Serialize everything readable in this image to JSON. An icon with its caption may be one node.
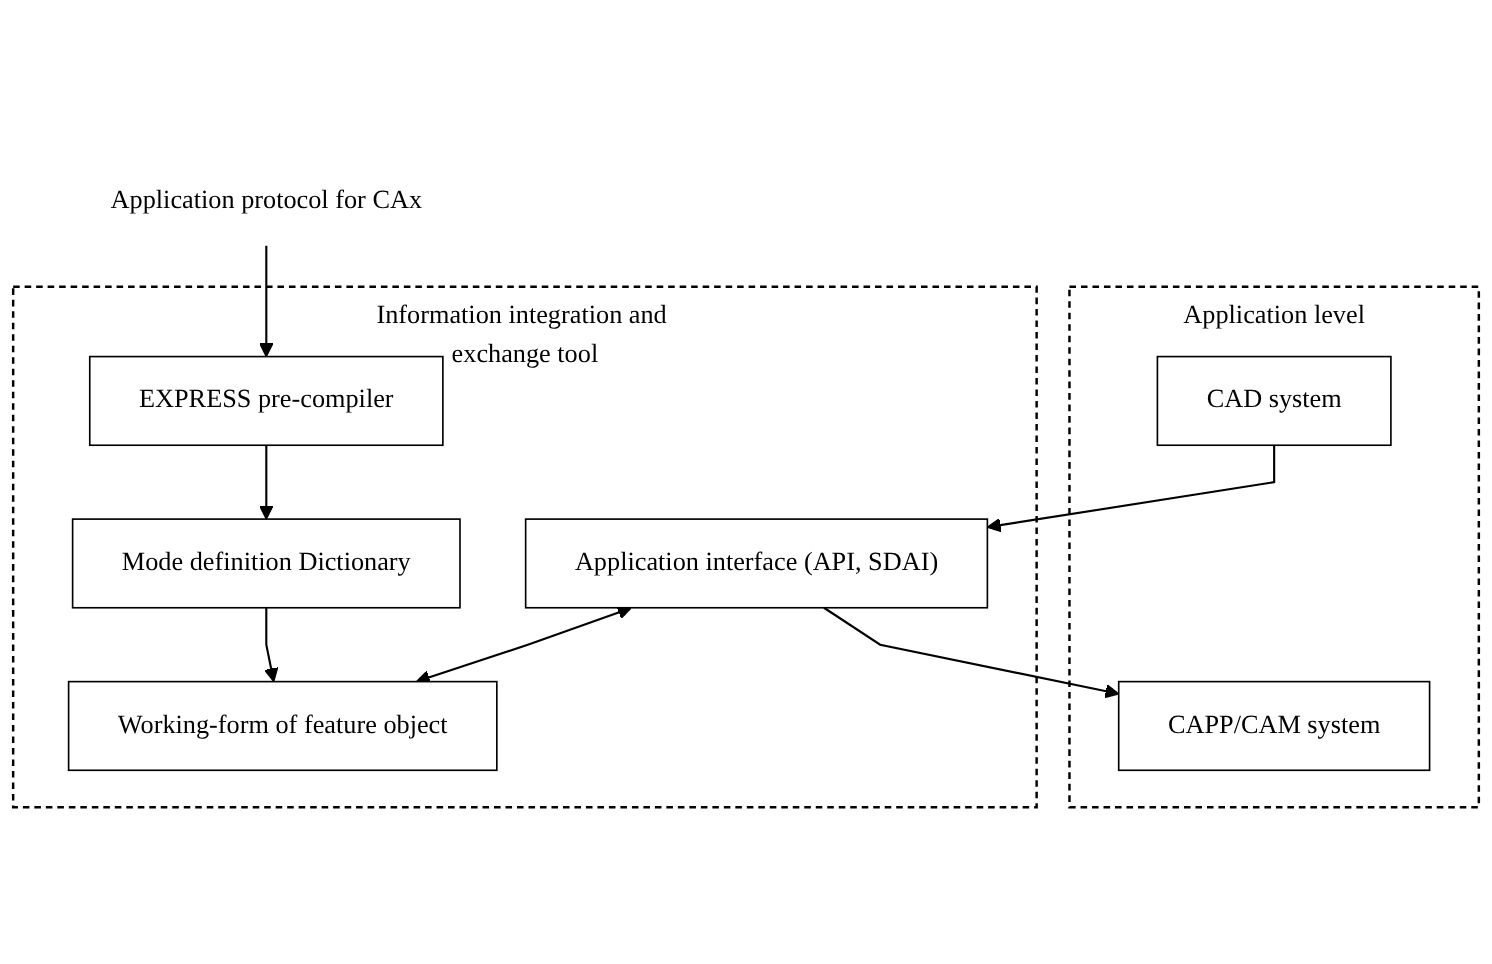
{
  "diagram": {
    "nodes": [
      {
        "text": [
          "Application level"
        ]
      },
      {
        "text": [
          "CAD system"
        ],
        "in": 0
      },
      {
        "text": [
          "CAPP/CAM system"
        ],
        "in": 0
      },
      {
        "text": [
          "Information integration and exchange tool"
        ]
      },
      {
        "text": [
          "Application protocol for CAx"
        ]
      },
      {
        "text": [
          "EXPRESS pre-compiler"
        ],
        "in": 3
      },
      {
        "text": [
          "Application interface (API, SDAI)"
        ],
        "in": 3
      },
      {
        "text": [
          "Mode definition Dictionary"
        ],
        "in": 3
      },
      {
        "text": [
          "Working-form of feature object"
        ],
        "in": 3
      }
    ],
    "edges": [
      {
        "from": 4,
        "to": 5,
        "arrow": "to"
      },
      {
        "from": 1,
        "to": 6,
        "arrow": "to"
      },
      {
        "from": 6,
        "to": 2,
        "arrow": "to"
      },
      {
        "from": 6,
        "to": 8,
        "arrow": "both"
      },
      {
        "from": 5,
        "to": 7,
        "arrow": "to"
      },
      {
        "from": 7,
        "to": 8,
        "arrow": "to"
      }
    ]
  }
}
